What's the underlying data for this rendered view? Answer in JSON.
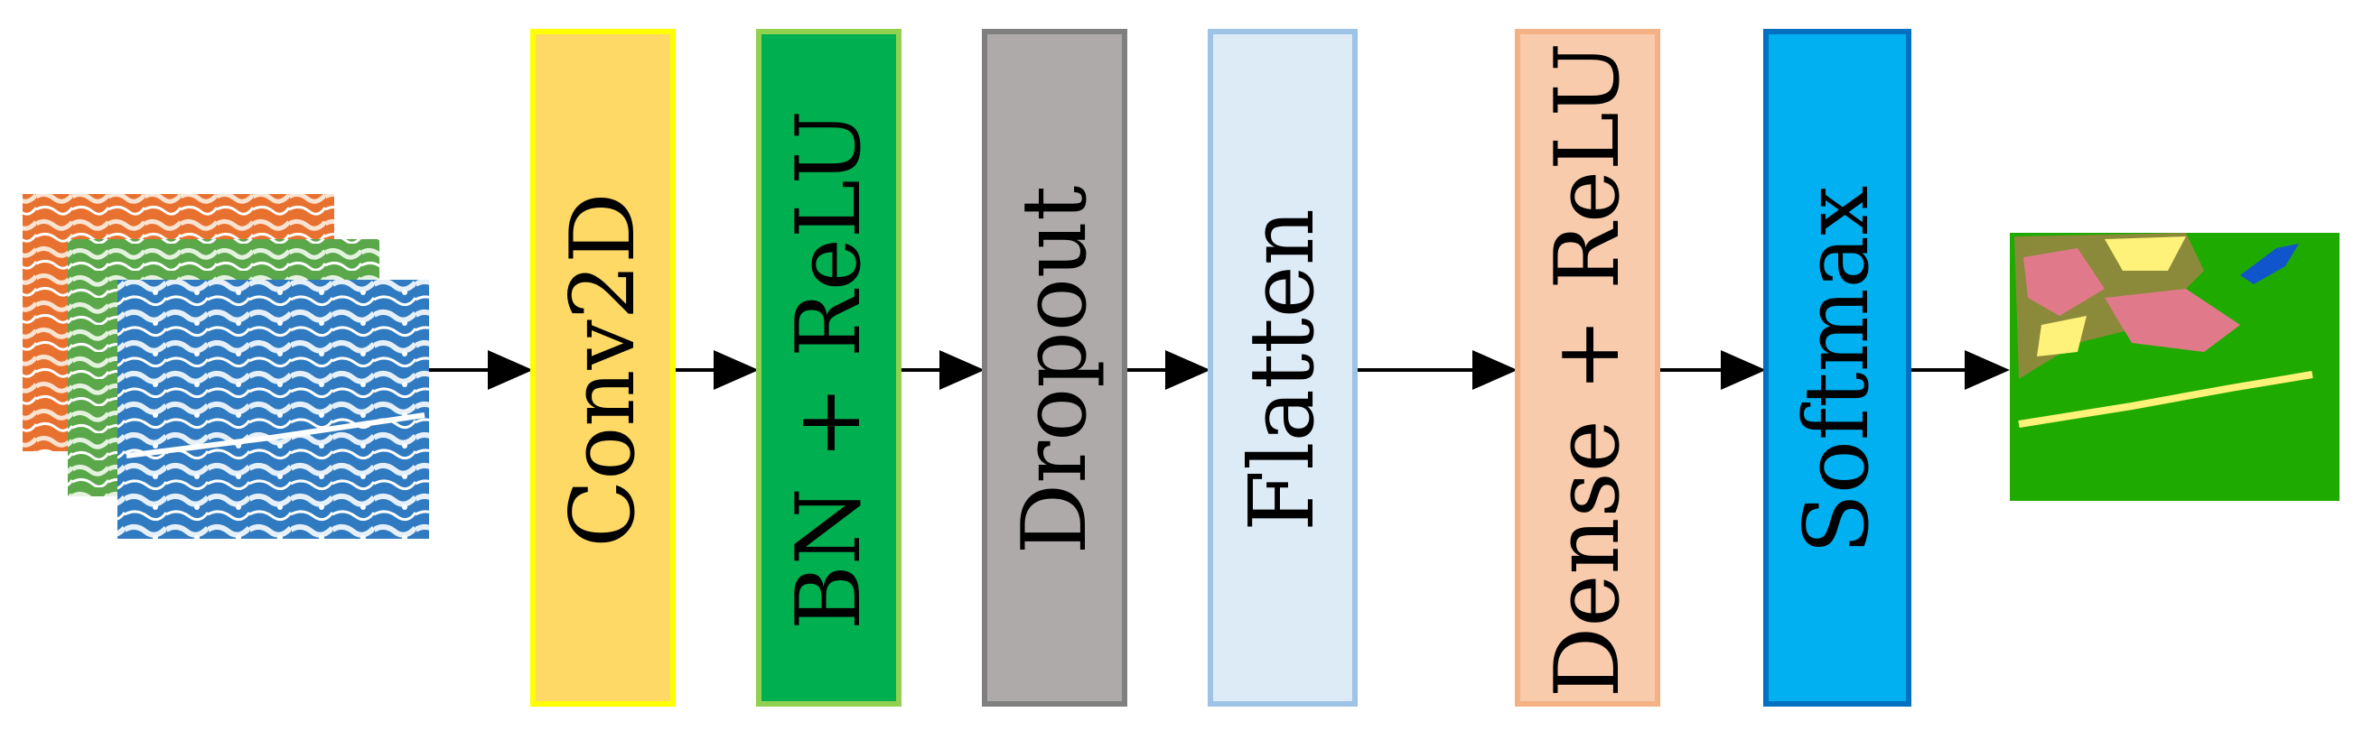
{
  "diagram": {
    "input_image": {
      "bands": [
        {
          "color_name": "orange",
          "color": "#e8712f"
        },
        {
          "color_name": "green",
          "color": "#5aa84a"
        },
        {
          "color_name": "blue",
          "color": "#2f7ac0"
        }
      ]
    },
    "layers": [
      {
        "id": "conv2d",
        "label": "Conv2D",
        "fill": "#ffd966",
        "stroke": "#ffff00"
      },
      {
        "id": "bn-relu",
        "label": "BN + ReLU",
        "fill": "#00b050",
        "stroke": "#92d050"
      },
      {
        "id": "dropout",
        "label": "Dropout",
        "fill": "#aeaaaa",
        "stroke": "#7f7f7f"
      },
      {
        "id": "flatten",
        "label": "Flatten",
        "fill": "#ddebf7",
        "stroke": "#9dc3e6"
      },
      {
        "id": "dense-relu",
        "label": "Dense + ReLU",
        "fill": "#f8cbad",
        "stroke": "#f4b183"
      },
      {
        "id": "softmax",
        "label": "Softmax",
        "fill": "#00b0f0",
        "stroke": "#0070c0"
      }
    ],
    "output_map": {
      "colors": {
        "base": "#1faa00",
        "pink": "#e07a8a",
        "yellow": "#fff27a",
        "olive": "#8a8a3a",
        "blue": "#1155cc"
      }
    },
    "arrow_color": "#000000"
  }
}
